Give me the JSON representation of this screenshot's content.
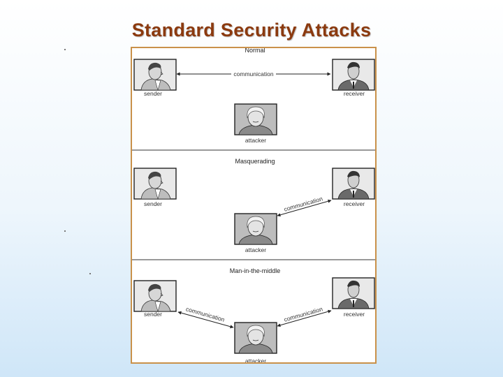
{
  "slide": {
    "title": "Standard Security Attacks"
  },
  "figure": {
    "sections": [
      {
        "title": "Normal",
        "sender": "sender",
        "receiver": "receiver",
        "attacker": "attacker",
        "links": [
          "communication"
        ]
      },
      {
        "title": "Masquerading",
        "sender": "sender",
        "receiver": "receiver",
        "attacker": "attacker",
        "links": [
          "communication"
        ]
      },
      {
        "title": "Man-in-the-middle",
        "sender": "sender",
        "receiver": "receiver",
        "attacker": "attacker",
        "links": [
          "communication",
          "communication"
        ]
      }
    ]
  },
  "colors": {
    "title": "#8b3a0f",
    "frame": "#c9914a"
  }
}
